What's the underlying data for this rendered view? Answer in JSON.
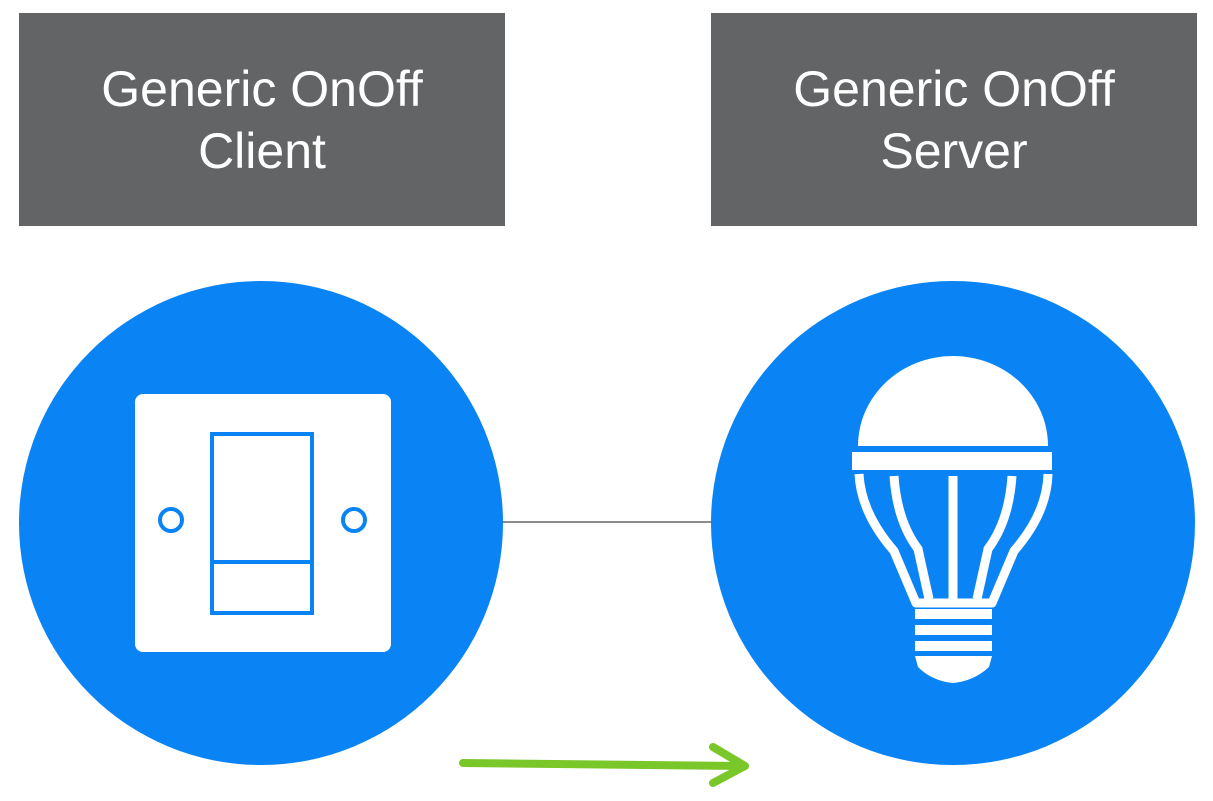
{
  "client": {
    "title_line1": "Generic OnOff",
    "title_line2": "Client",
    "icon": "light-switch-icon"
  },
  "server": {
    "title_line1": "Generic OnOff",
    "title_line2": "Server",
    "icon": "light-bulb-icon"
  },
  "colors": {
    "label_bg": "#636466",
    "circle": "#0a84f4",
    "connector": "#8a8c8e",
    "arrow": "#7ac72a"
  }
}
